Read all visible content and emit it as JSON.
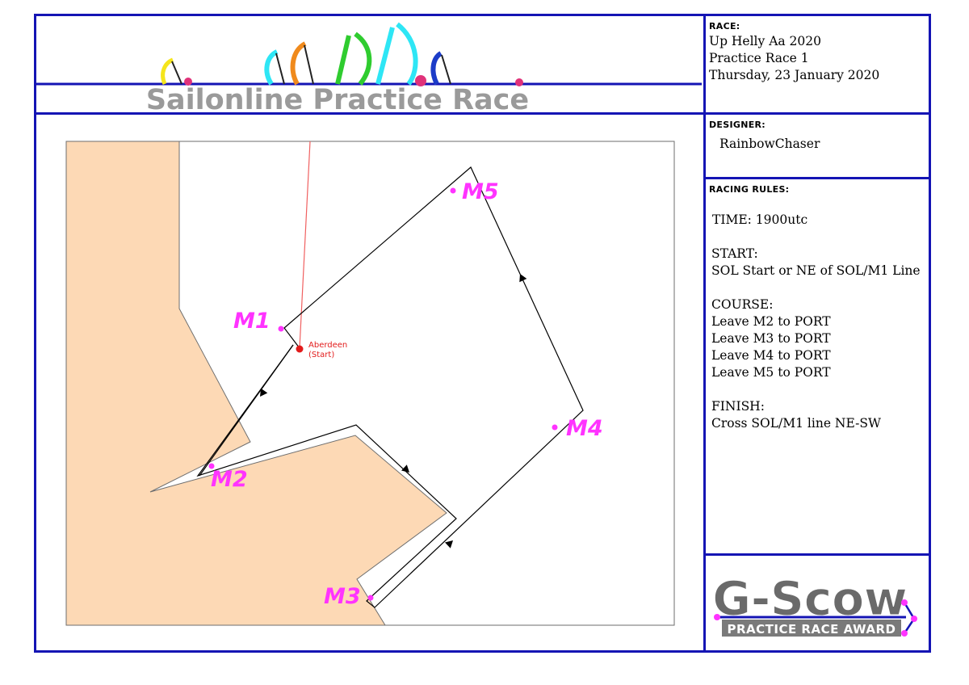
{
  "header": {
    "banner_title": "Sailonline Practice Race"
  },
  "race_box": {
    "label": "RACE:",
    "lines": [
      "Up Helly Aa 2020",
      "Practice Race 1",
      "Thursday, 23 January 2020"
    ]
  },
  "designer_box": {
    "label": "DESIGNER:",
    "name": "RainbowChaser"
  },
  "rules_box": {
    "label": "RACING RULES:",
    "time": "TIME: 1900utc",
    "start_title": "START:",
    "start_text": "SOL Start or NE of SOL/M1 Line",
    "course_title": "COURSE:",
    "course_lines": [
      "Leave M2 to PORT",
      "Leave M3 to PORT",
      "Leave M4 to PORT",
      "Leave M5 to PORT"
    ],
    "finish_title": "FINISH:",
    "finish_text": "Cross SOL/M1 line NE-SW"
  },
  "award": {
    "logo_text": "G-Scow",
    "subtitle": "PRACTICE RACE AWARD"
  },
  "map": {
    "start_label_line1": "Aberdeen",
    "start_label_line2": "(Start)",
    "marks": [
      {
        "id": "M1",
        "label": "M1"
      },
      {
        "id": "M2",
        "label": "M2"
      },
      {
        "id": "M3",
        "label": "M3"
      },
      {
        "id": "M4",
        "label": "M4"
      },
      {
        "id": "M5",
        "label": "M5"
      }
    ],
    "colors": {
      "land": "#fdd9b5",
      "land_edge": "#6e6e6e",
      "route": "#000000",
      "mark": "#ff33ff",
      "start": "#e21b1b",
      "frame": "#1414b4"
    }
  }
}
